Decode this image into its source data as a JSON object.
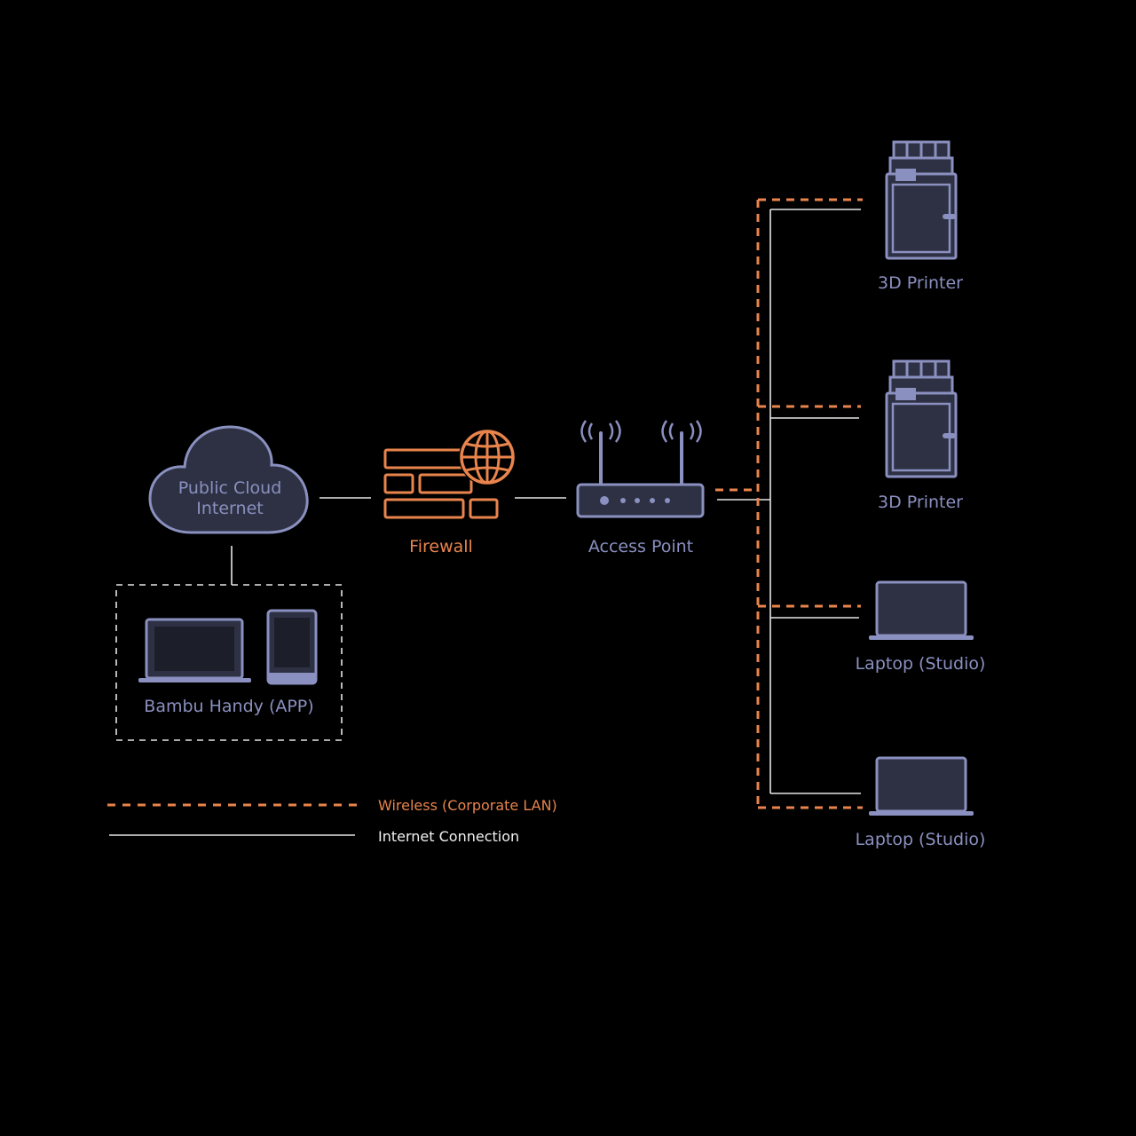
{
  "nodes": {
    "cloud": {
      "line1": "Public Cloud",
      "line2": "Internet",
      "icon": "cloud-icon"
    },
    "firewall": {
      "label": "Firewall",
      "icon": "firewall-icon"
    },
    "access_point": {
      "label": "Access Point",
      "icon": "router-icon"
    },
    "bambu_handy": {
      "label": "Bambu Handy (APP)",
      "icon": "laptop-phone-icon"
    },
    "printer_1": {
      "label": "3D Printer",
      "icon": "printer-icon"
    },
    "printer_2": {
      "label": "3D Printer",
      "icon": "printer-icon"
    },
    "laptop_1": {
      "label": "Laptop (Studio)",
      "icon": "laptop-icon"
    },
    "laptop_2": {
      "label": "Laptop (Studio)",
      "icon": "laptop-icon"
    }
  },
  "legend": {
    "wireless": {
      "label": "Wireless (Corporate LAN)",
      "style": "dashed",
      "color": "#e8844c"
    },
    "internet": {
      "label": "Internet Connection",
      "style": "solid",
      "color": "#e6e6e6"
    }
  },
  "colors": {
    "background": "#000000",
    "device": "#8a90bf",
    "device_fill": "#2e3143",
    "accent": "#e8844c",
    "line": "#e6e6e6"
  }
}
